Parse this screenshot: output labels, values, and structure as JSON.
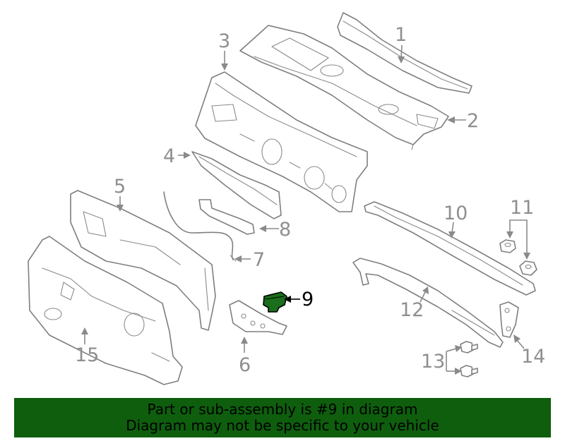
{
  "callouts": {
    "c1": "1",
    "c2": "2",
    "c3": "3",
    "c4": "4",
    "c5": "5",
    "c6": "6",
    "c7": "7",
    "c8": "8",
    "c9": "9",
    "c10": "10",
    "c11": "11",
    "c12": "12",
    "c13": "13",
    "c14": "14",
    "c15": "15"
  },
  "banner": {
    "line1": "Part or sub-assembly is #9 in diagram",
    "line2": "Diagram may not be specific to your vehicle"
  },
  "colors": {
    "banner_bg": "#0e5e0e",
    "highlight": "#1b6e1b",
    "line_gray": "#7f7f7f"
  }
}
